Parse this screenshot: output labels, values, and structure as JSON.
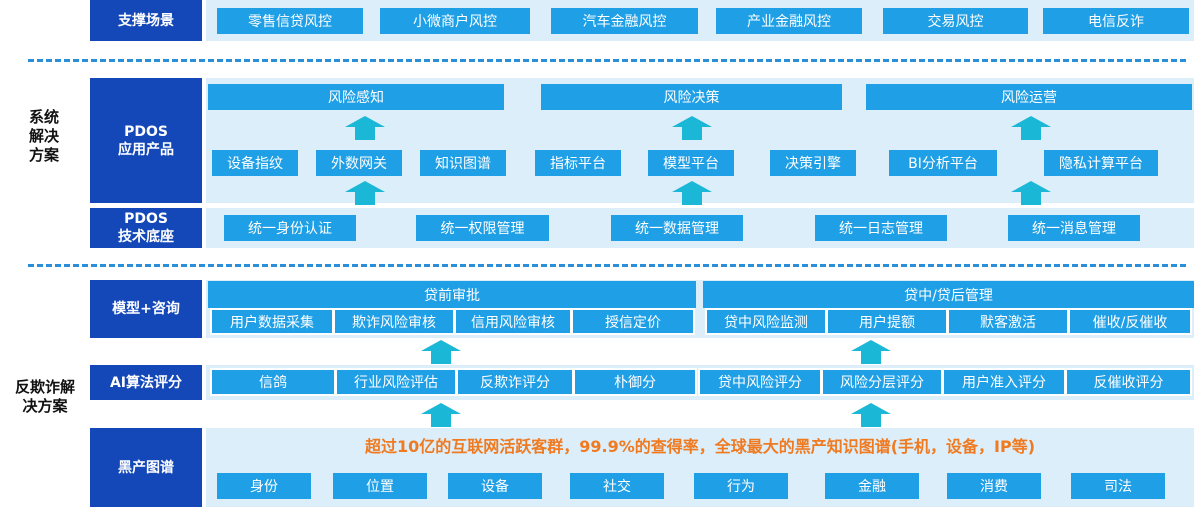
{
  "support_scene": {
    "label": "支撑场景",
    "items": [
      "零售信贷风控",
      "小微商户风控",
      "汽车金融风控",
      "产业金融风控",
      "交易风控",
      "电信反诈"
    ]
  },
  "system_solution": {
    "section_label": "系统\n解决\n方案",
    "apps_label": "PDOS\n应用产品",
    "top_boxes": [
      "风险感知",
      "风险决策",
      "风险运营"
    ],
    "products": [
      "设备指纹",
      "外数网关",
      "知识图谱",
      "指标平台",
      "模型平台",
      "决策引擎",
      "BI分析平台",
      "隐私计算平台"
    ],
    "base_label": "PDOS\n技术底座",
    "base_items": [
      "统一身份认证",
      "统一权限管理",
      "统一数据管理",
      "统一日志管理",
      "统一消息管理"
    ]
  },
  "anti_fraud": {
    "section_label": "反欺诈解\n决方案",
    "model_label": "模型+咨询",
    "pre_loan": {
      "title": "贷前审批",
      "items": [
        "用户数据采集",
        "欺诈风险审核",
        "信用风险审核",
        "授信定价"
      ]
    },
    "post_loan": {
      "title": "贷中/贷后管理",
      "items": [
        "贷中风险监测",
        "用户提额",
        "默客激活",
        "催收/反催收"
      ]
    },
    "ai_label": "AI算法评分",
    "ai_items": [
      "信鸽",
      "行业风险评估",
      "反欺诈评分",
      "朴御分",
      "贷中风险评分",
      "风险分层评分",
      "用户准入评分",
      "反催收评分"
    ],
    "blackmarket_label": "黑产图谱",
    "headline": "超过10亿的互联网活跃客群，99.9%的查得率，全球最大的黑产知识图谱(手机，设备，IP等)",
    "graph_items": [
      "身份",
      "位置",
      "设备",
      "社交",
      "行为",
      "金融",
      "消费",
      "司法"
    ]
  },
  "colors": {
    "navy": "#1448b8",
    "pill": "#1f9fe6",
    "panel": "#dbeefa",
    "arrow": "#1bb7d6",
    "headline": "#f07a20"
  }
}
